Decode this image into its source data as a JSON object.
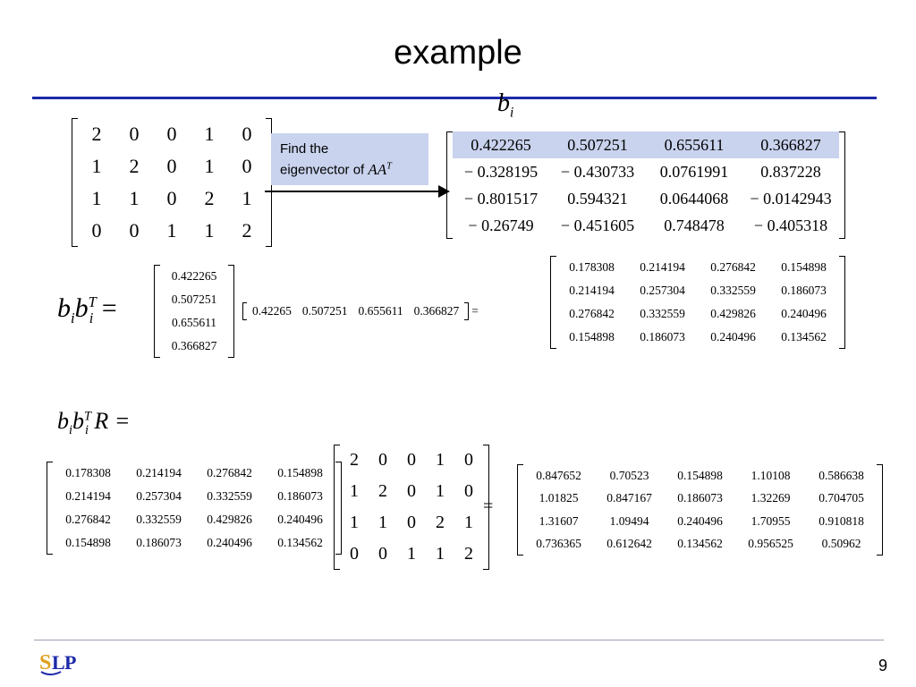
{
  "slide": {
    "title": "example",
    "page_number": "9"
  },
  "callout": {
    "line1": "Find the",
    "line2": "eigenvector of ",
    "math": "AA",
    "math_sup": "T"
  },
  "labels": {
    "b": "b",
    "i": "i",
    "T": "T",
    "R": "R",
    "equals": "="
  },
  "matrix_a": [
    [
      "2",
      "0",
      "0",
      "1",
      "0"
    ],
    [
      "1",
      "2",
      "0",
      "1",
      "0"
    ],
    [
      "1",
      "1",
      "0",
      "2",
      "1"
    ],
    [
      "0",
      "0",
      "1",
      "1",
      "2"
    ]
  ],
  "eigen_matrix": [
    [
      "0.422265",
      "0.507251",
      "0.655611",
      "0.366827"
    ],
    [
      "− 0.328195",
      "− 0.430733",
      "0.0761991",
      "0.837228"
    ],
    [
      "− 0.801517",
      "0.594321",
      "0.0644068",
      "− 0.0142943"
    ],
    [
      "− 0.26749",
      "− 0.451605",
      "0.748478",
      "− 0.405318"
    ]
  ],
  "column_vector": [
    "0.422265",
    "0.507251",
    "0.655611",
    "0.366827"
  ],
  "row_vector": [
    "0.42265",
    "0.507251",
    "0.655611",
    "0.366827"
  ],
  "outer_product": [
    [
      "0.178308",
      "0.214194",
      "0.276842",
      "0.154898"
    ],
    [
      "0.214194",
      "0.257304",
      "0.332559",
      "0.186073"
    ],
    [
      "0.276842",
      "0.332559",
      "0.429826",
      "0.240496"
    ],
    [
      "0.154898",
      "0.186073",
      "0.240496",
      "0.134562"
    ]
  ],
  "result_matrix": [
    [
      "0.847652",
      "0.70523",
      "0.154898",
      "1.10108",
      "0.586638"
    ],
    [
      "1.01825",
      "0.847167",
      "0.186073",
      "1.32269",
      "0.704705"
    ],
    [
      "1.31607",
      "1.09494",
      "0.240496",
      "1.70955",
      "0.910818"
    ],
    [
      "0.736365",
      "0.612642",
      "0.134562",
      "0.956525",
      "0.50962"
    ]
  ]
}
